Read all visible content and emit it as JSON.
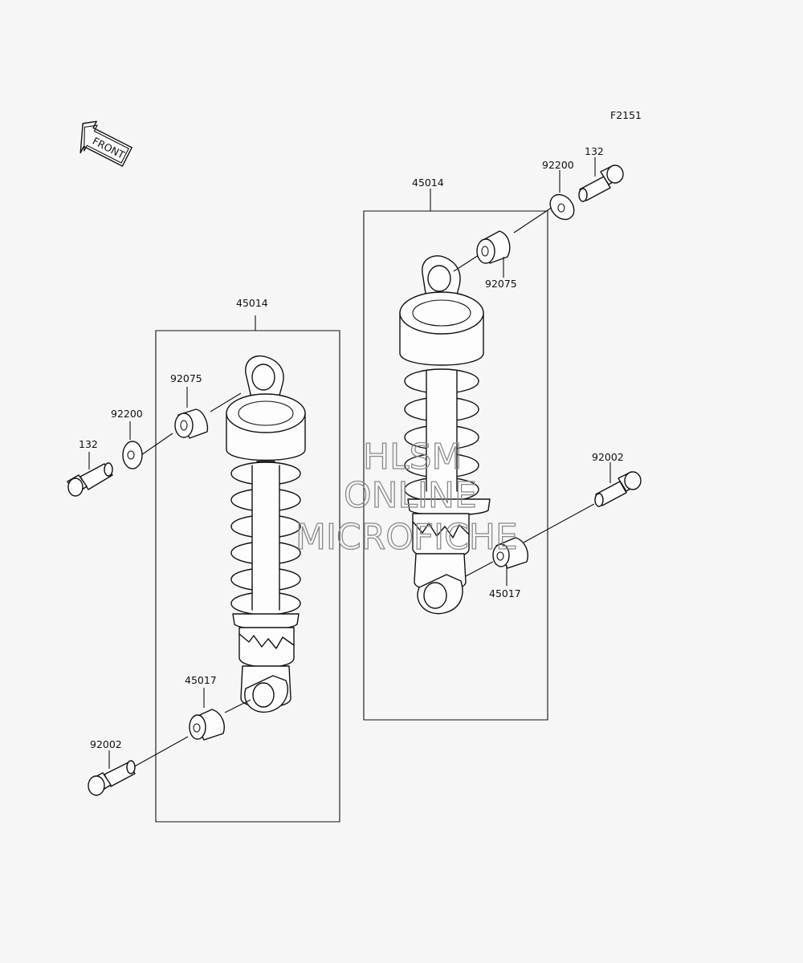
{
  "figure_code": "F2151",
  "front_arrow": {
    "text": "FRONT",
    "icon": "front-arrow-icon"
  },
  "watermark": {
    "line1": "HLSM",
    "line2": "ONLINE",
    "line3": "MICROFICHE"
  },
  "left_assembly": {
    "shock_absorber": "45014",
    "collar_upper": "92075",
    "washer": "92200",
    "bolt_upper": "132",
    "collar_lower": "45017",
    "bolt_lower": "92002"
  },
  "right_assembly": {
    "shock_absorber": "45014",
    "collar_upper": "92075",
    "washer": "92200",
    "bolt_upper": "132",
    "collar_lower": "45017",
    "bolt_lower": "92002"
  }
}
